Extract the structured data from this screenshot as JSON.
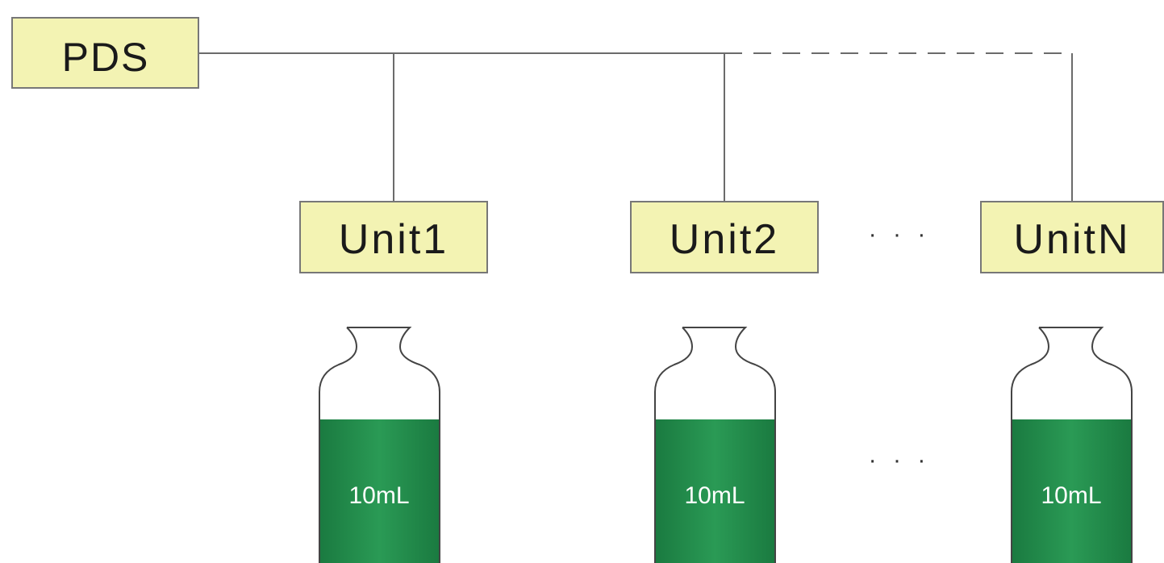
{
  "colors": {
    "box_fill": "#f3f3b3",
    "box_stroke": "#777777",
    "line": "#6b6b6b",
    "liquid": "#1f8a4a",
    "liquid_light": "#2fa35c",
    "label_text": "#1a1a1a",
    "vial_text": "#ffffff"
  },
  "root": {
    "label": "PDS"
  },
  "units": [
    {
      "label": "Unit1",
      "volume": "10mL"
    },
    {
      "label": "Unit2",
      "volume": "10mL"
    },
    {
      "label": "UnitN",
      "volume": "10mL"
    }
  ],
  "ellipsis": {
    "units": "· · ·",
    "vials": "· · ·"
  }
}
